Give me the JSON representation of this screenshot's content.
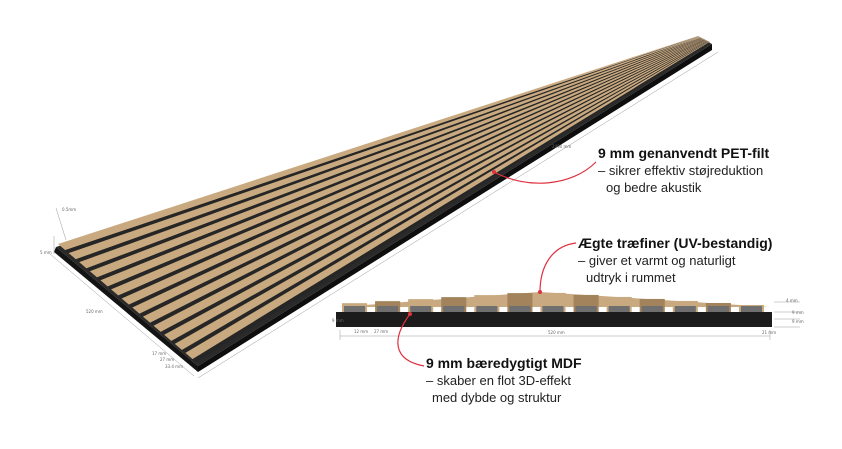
{
  "colors": {
    "wood_light": "#c9a97f",
    "wood_dark": "#a3835b",
    "felt": "#1c1c1c",
    "accent_red": "#e0313f",
    "dim_line": "#9a9a9a"
  },
  "callouts": {
    "felt": {
      "title": "9 mm genanvendt PET-filt",
      "line1": "– sikrer effektiv støjreduktion",
      "line2": "og bedre akustik"
    },
    "veneer": {
      "title": "Ægte træfiner (UV-bestandig)",
      "line1": "– giver et varmt og naturligt",
      "line2": "udtryk i rummet"
    },
    "mdf": {
      "title": "9 mm bæredygtigt MDF",
      "line1": "– skaber en flot 3D-effekt",
      "line2": "med dybde og struktur"
    }
  },
  "dimensions": {
    "length": "2490 mm",
    "width": "520 mm",
    "thickness_left": "5 mm",
    "slat_gap_top": "0.5mm",
    "bottom_a": "17 mm",
    "bottom_b": "27 mm",
    "bottom_c": "33.4 mm",
    "side_top": "4 mm",
    "side_mid": "9 mm",
    "side_bottom": "9 mm",
    "section_width": "520 mm",
    "section_a": "12 mm",
    "section_b": "27 mm",
    "section_left": "9 mm",
    "section_right": "21 mm"
  }
}
